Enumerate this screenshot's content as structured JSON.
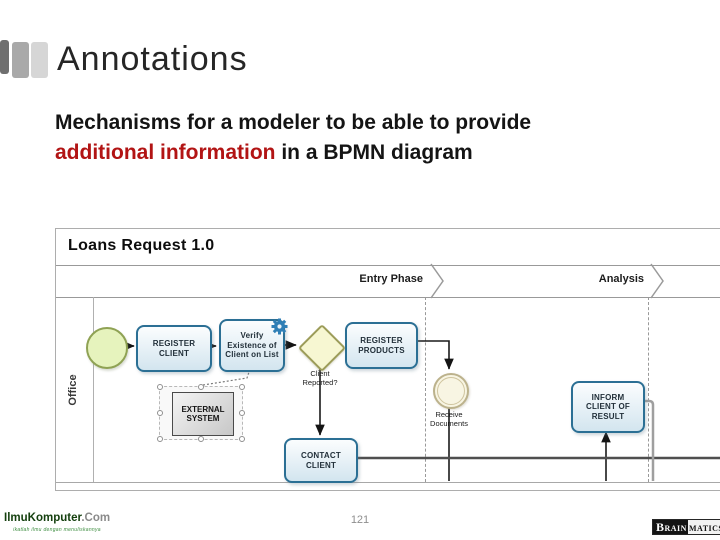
{
  "slide": {
    "title": "Annotations",
    "subtitle": {
      "line1": "Mechanisms for a modeler to be able to provide",
      "highlight": "additional information",
      "line2_rest": " in a BPMN diagram"
    },
    "page_number": "121"
  },
  "diagram": {
    "title": "Loans Request 1.0",
    "phases": {
      "entry": "Entry Phase",
      "analysis": "Analysis"
    },
    "lane": "Office",
    "tasks": {
      "register_client": {
        "l1": "REGISTER",
        "l2": "CLIENT"
      },
      "verify": {
        "l1": "Verify",
        "l2": "Existence of",
        "l3": "Client on List"
      },
      "register_products": {
        "l1": "REGISTER",
        "l2": "PRODUCTS"
      },
      "inform": {
        "l1": "INFORM",
        "l2": "CLIENT OF",
        "l3": "RESULT"
      },
      "contact": {
        "l1": "CONTACT",
        "l2": "CLIENT"
      }
    },
    "gateway_label": {
      "l1": "Client",
      "l2": "Reported?"
    },
    "receive_label": {
      "l1": "Receive",
      "l2": "Documents"
    },
    "annotation": {
      "l1": "EXTERNAL",
      "l2": "SYSTEM"
    },
    "icons": {
      "service_task_marker": "gear-icon",
      "phase_marker": "chevron-right-icon"
    },
    "colors": {
      "task_border": "#2b6f94",
      "task_fill": "#d3e5ef",
      "start_fill": "#e6f3bd",
      "start_border": "#8fa254",
      "gateway_fill": "#f7f7d2",
      "gateway_border": "#9c9c59",
      "event_fill": "#f8f5e3",
      "event_border": "#bcb28c",
      "gear_blue": "#2f7fb6",
      "accent_red": "#b21414"
    }
  },
  "footer": {
    "left_logo": {
      "main": "IlmuKomputer",
      "suffix": ".Com",
      "tagline": "ikatlah ilmu dengan menuliskannya"
    },
    "right_logo": {
      "part1": "Brain",
      "part2": "matics"
    }
  }
}
